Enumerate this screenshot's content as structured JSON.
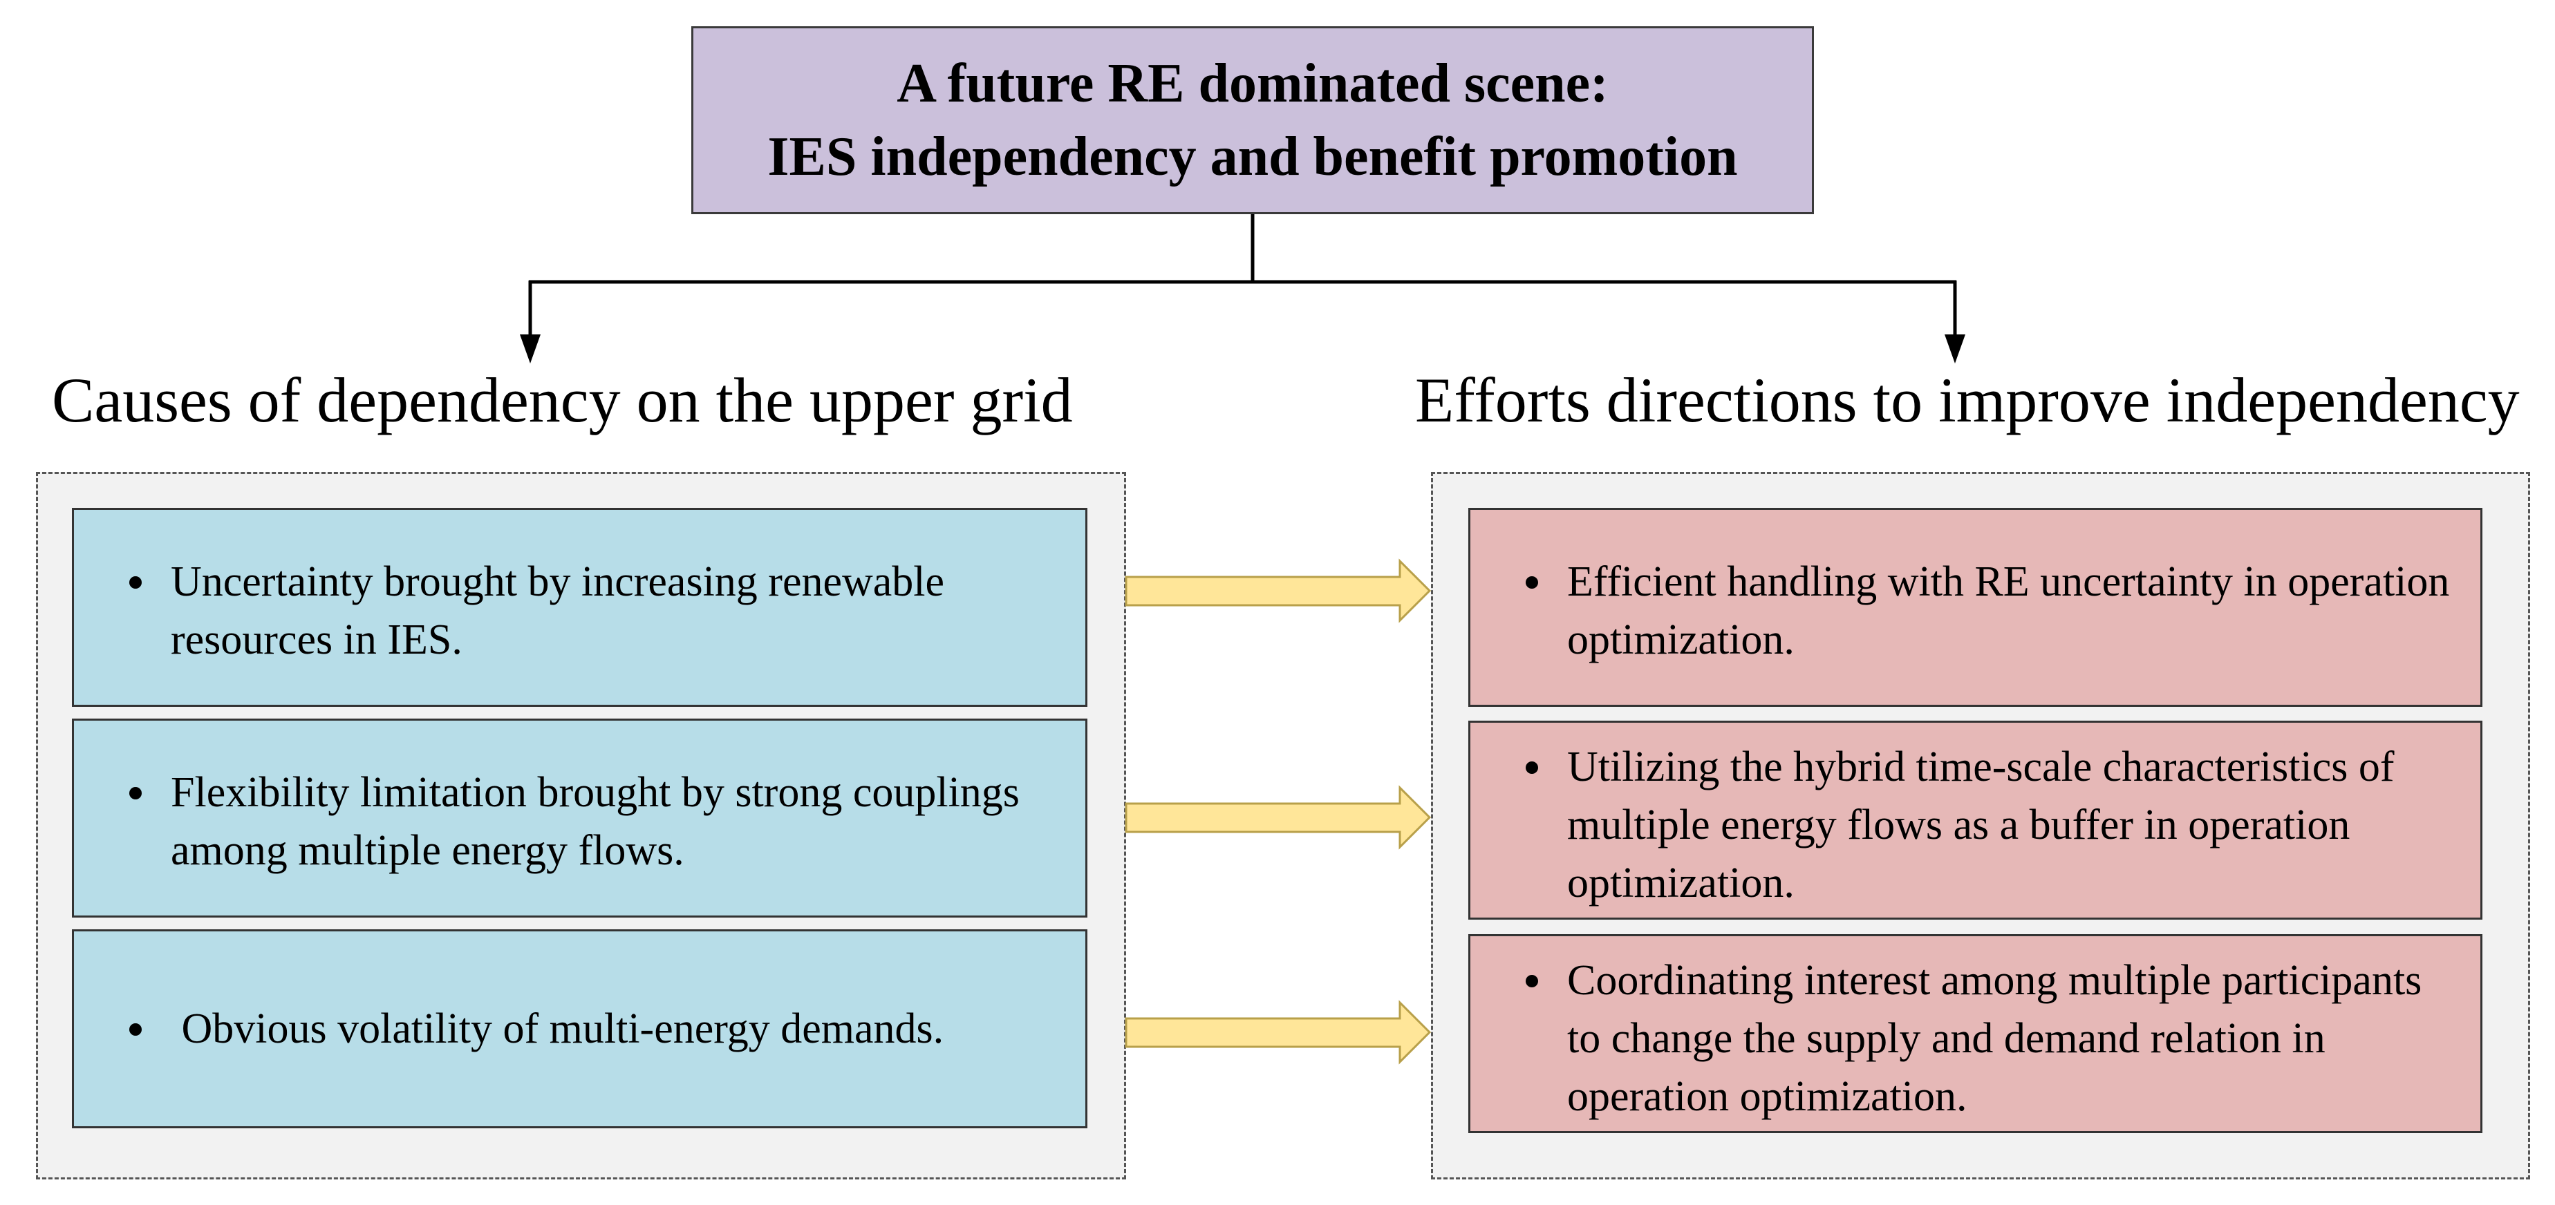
{
  "title": {
    "line1": "A future RE dominated scene:",
    "line2": "IES independency and benefit promotion"
  },
  "left": {
    "heading": "Causes of dependency on the upper grid",
    "items": [
      "Uncertainty brought by increasing renewable resources in IES.",
      "Flexibility limitation brought by strong couplings among multiple energy flows.",
      " Obvious volatility of multi-energy demands."
    ]
  },
  "right": {
    "heading": "Efforts directions to improve independency",
    "items": [
      "Efficient handling with RE uncertainty in operation optimization.",
      "Utilizing the hybrid time-scale characteristics of multiple energy flows as a buffer in operation optimization.",
      "Coordinating interest among multiple participants to change the supply and demand relation in operation optimization."
    ]
  },
  "colors": {
    "title_fill": "#cbc0db",
    "cause_fill": "#b7dde8",
    "effort_fill": "#e6b8b7",
    "arrow_fill": "#ffe699",
    "panel_fill": "#f2f2f2"
  }
}
